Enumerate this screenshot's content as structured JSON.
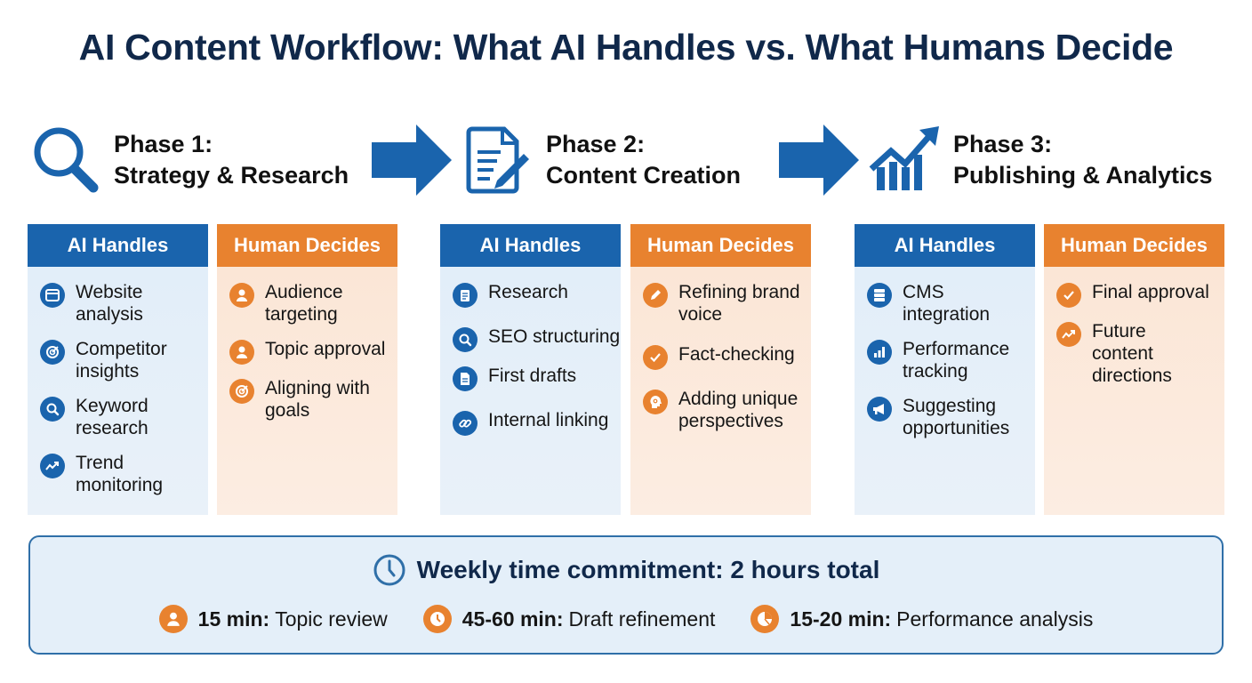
{
  "title": "AI Content Workflow: What AI Handles vs. What Humans Decide",
  "colors": {
    "ai_blue": "#1a64ad",
    "human_orange": "#e8822f",
    "title_navy": "#10284a",
    "ai_bg": "#e6f0f9",
    "human_bg": "#fbe9dc"
  },
  "phases": [
    {
      "line1": "Phase 1:",
      "line2": "Strategy & Research",
      "icon": "magnifier-icon",
      "ai_header": "AI Handles",
      "ai_items": [
        {
          "label": "Website analysis",
          "icon": "browser-window-icon"
        },
        {
          "label": "Competitor insights",
          "icon": "target-icon"
        },
        {
          "label": "Keyword research",
          "icon": "search-icon"
        },
        {
          "label": "Trend monitoring",
          "icon": "trend-up-icon"
        }
      ],
      "human_header": "Human Decides",
      "human_items": [
        {
          "label": "Audience targeting",
          "icon": "person-icon"
        },
        {
          "label": "Topic approval",
          "icon": "person-icon"
        },
        {
          "label": "Aligning with goals",
          "icon": "target-icon"
        }
      ]
    },
    {
      "line1": "Phase 2:",
      "line2": "Content Creation",
      "icon": "document-edit-icon",
      "ai_header": "AI Handles",
      "ai_items": [
        {
          "label": "Research",
          "icon": "clipboard-icon"
        },
        {
          "label": "SEO structuring",
          "icon": "search-icon"
        },
        {
          "label": "First drafts",
          "icon": "document-icon"
        },
        {
          "label": "Internal linking",
          "icon": "link-icon"
        }
      ],
      "human_header": "Human Decides",
      "human_items": [
        {
          "label": "Refining brand voice",
          "icon": "pencil-icon"
        },
        {
          "label": "Fact-checking",
          "icon": "check-icon"
        },
        {
          "label": "Adding unique perspectives",
          "icon": "head-idea-icon"
        }
      ]
    },
    {
      "line1": "Phase 3:",
      "line2": "Publishing & Analytics",
      "icon": "growth-chart-icon",
      "ai_header": "AI Handles",
      "ai_items": [
        {
          "label": "CMS integration",
          "icon": "server-icon"
        },
        {
          "label": "Performance tracking",
          "icon": "bar-chart-icon"
        },
        {
          "label": "Suggesting opportunities",
          "icon": "megaphone-icon"
        }
      ],
      "human_header": "Human Decides",
      "human_items": [
        {
          "label": "Final approval",
          "icon": "check-icon"
        },
        {
          "label": "Future content directions",
          "icon": "trend-up-icon"
        }
      ]
    }
  ],
  "summary": {
    "title": "Weekly time commitment: 2 hours total",
    "title_icon": "clock-icon",
    "items": [
      {
        "time": "15 min:",
        "task": "Topic review",
        "icon": "person-icon"
      },
      {
        "time": "45-60 min:",
        "task": "Draft refinement",
        "icon": "clock-icon"
      },
      {
        "time": "15-20 min:",
        "task": "Performance analysis",
        "icon": "pie-chart-icon"
      }
    ]
  }
}
